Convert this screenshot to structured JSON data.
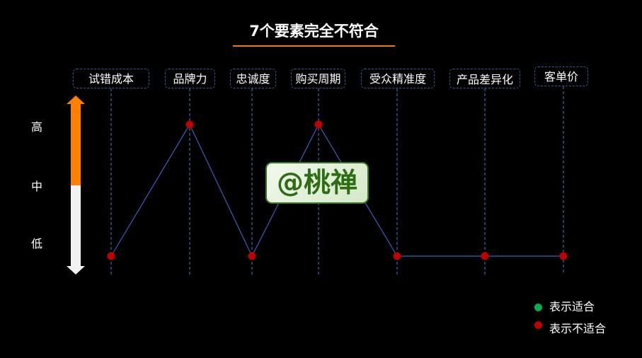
{
  "title": "7个要素完全不符合",
  "factors": [
    {
      "label": "试错成本",
      "level": "低"
    },
    {
      "label": "品牌力",
      "level": "高"
    },
    {
      "label": "忠诚度",
      "level": "低"
    },
    {
      "label": "购买周期",
      "level": "高"
    },
    {
      "label": "受众精准度",
      "level": "低"
    },
    {
      "label": "产品差异化",
      "level": "低"
    },
    {
      "label": "客单价",
      "level": "低"
    }
  ],
  "levels": [
    "高",
    "中",
    "低"
  ],
  "watermark": "@桃禅",
  "legend": [
    {
      "label": "表示适合",
      "color": "#00b050"
    },
    {
      "label": "表示不适合",
      "color": "#c00000"
    }
  ],
  "colors": {
    "arrow_top": "#ff7f00",
    "arrow_bottom": "#f2f2f2",
    "line": "#3b5fc0",
    "point": "#c00000"
  }
}
